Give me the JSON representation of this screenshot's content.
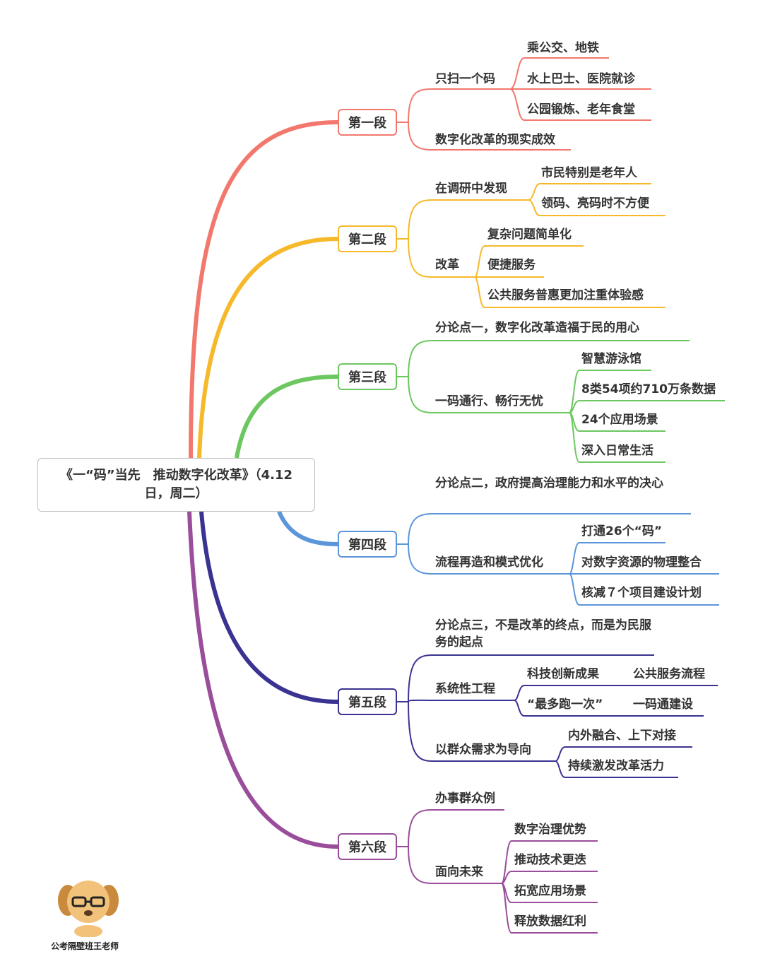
{
  "root": {
    "title": "《一“码”当先　推动数字化改革》（4.12日，周二）"
  },
  "colors": {
    "s1": "#f2786d",
    "s2": "#f6b92b",
    "s3": "#6cc760",
    "s4": "#5b95da",
    "s5": "#3a3391",
    "s6": "#9a4d9a"
  },
  "sections": [
    {
      "label": "第一段",
      "items": [
        {
          "label": "只扫一个码",
          "children": [
            "乘公交、地铁",
            "水上巴士、医院就诊",
            "公园锻炼、老年食堂"
          ]
        },
        {
          "label": "数字化改革的现实成效"
        }
      ]
    },
    {
      "label": "第二段",
      "items": [
        {
          "label": "在调研中发现",
          "children": [
            "市民特别是老年人",
            "领码、亮码时不方便"
          ]
        },
        {
          "label": "改革",
          "children": [
            "复杂问题简单化",
            "便捷服务",
            "公共服务普惠更加注重体验感"
          ]
        }
      ]
    },
    {
      "label": "第三段",
      "items": [
        {
          "label": "分论点一，数字化改革造福于民的用心"
        },
        {
          "label": "一码通行、畅行无忧",
          "children": [
            "智慧游泳馆",
            "8类54项约710万条数据",
            "24个应用场景",
            "深入日常生活"
          ]
        }
      ]
    },
    {
      "label": "第四段",
      "items": [
        {
          "label": "分论点二，政府提高治理能力和水平的决心"
        },
        {
          "label": "流程再造和模式优化",
          "children": [
            "打通26个“码”",
            "对数字资源的物理整合",
            "核减７个项目建设计划"
          ]
        }
      ]
    },
    {
      "label": "第五段",
      "items": [
        {
          "label": "分论点三，不是改革的终点，而是为民服务的起点"
        },
        {
          "label": "系统性工程",
          "children": [
            {
              "a": "科技创新成果",
              "b": "公共服务流程"
            },
            {
              "a": "“最多跑一次”",
              "b": "一码通建设"
            }
          ]
        },
        {
          "label": "以群众需求为导向",
          "children": [
            "内外融合、上下对接",
            "持续激发改革活力"
          ]
        }
      ]
    },
    {
      "label": "第六段",
      "items": [
        {
          "label": "办事群众例"
        },
        {
          "label": "面向未来",
          "children": [
            "数字治理优势",
            "推动技术更迭",
            "拓宽应用场景",
            "释放数据红利"
          ]
        }
      ]
    }
  ],
  "watermark": {
    "text": "公考隔壁班王老师",
    "icon": "dog-teacher-mascot-icon"
  }
}
